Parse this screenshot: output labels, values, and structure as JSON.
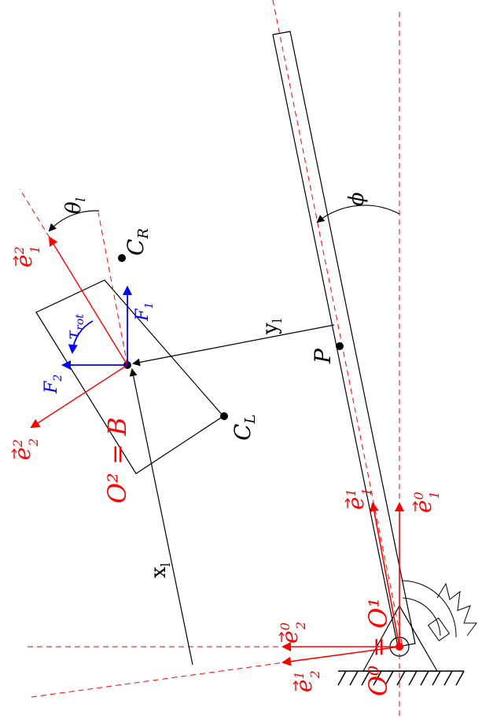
{
  "colors": {
    "frame": "#ff0000",
    "force": "#0000ff",
    "body": "#000000"
  },
  "labels": {
    "theta_l": "θ",
    "theta_l_sub": "l",
    "phi": "ϕ",
    "c_r": "C",
    "c_r_sub": "R",
    "c_l": "C",
    "c_l_sub": "L",
    "p": "P",
    "x_l": "x",
    "x_l_sub": "l",
    "y_l": "y",
    "y_l_sub": "l",
    "o2_eq_b": "O² = B",
    "o0_eq_o1": "O⁰ = O¹",
    "e_vec": "e",
    "e21_sup": "2",
    "e21_sub": "1",
    "e22_sup": "2",
    "e22_sub": "2",
    "e11_sup": "1",
    "e11_sub": "1",
    "e01_sup": "0",
    "e01_sub": "1",
    "e02_sup": "0",
    "e02_sub": "2",
    "e12_sup": "1",
    "e12_sub": "2",
    "f1": "F",
    "f1_sub": "1",
    "f2": "F",
    "f2_sub": "2",
    "tau": "τ",
    "tau_sub": "rot"
  }
}
